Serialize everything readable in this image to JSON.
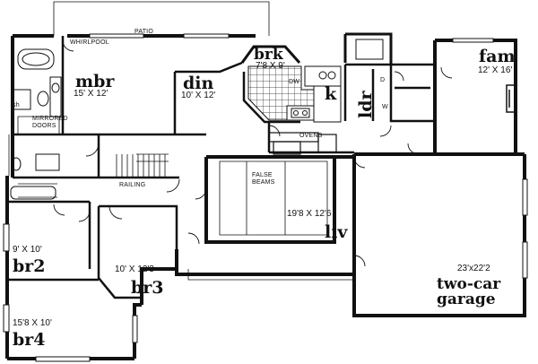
{
  "plan": {
    "patio": "PATIO",
    "whirlpool": "WHIRLPOOL",
    "mbr": {
      "name": "mbr",
      "dim": "15' X 12'"
    },
    "din": {
      "name": "din",
      "dim": "10' X 12'"
    },
    "brk": {
      "name": "brk",
      "dim": "7'8 X 9'"
    },
    "k": {
      "name": "k",
      "dw": "DW"
    },
    "ldr": {
      "name": "ldr",
      "d": "D",
      "w": "W"
    },
    "fam": {
      "name": "fam",
      "dim": "12' X 16'"
    },
    "sh": "sh",
    "mirrored_doors": [
      "MIRRORED",
      "DOORS"
    ],
    "ovens": "OVENS",
    "railing": "RAILING",
    "false_beams": [
      "FALSE",
      "BEAMS"
    ],
    "liv": {
      "name": "liv",
      "dim": "19'8 X 12'6"
    },
    "br2": {
      "name": "br2",
      "dim": "9' X 10'"
    },
    "br3": {
      "name": "br3",
      "dim": "10' X 12'3"
    },
    "br4": {
      "name": "br4",
      "dim": "15'8 X 10'"
    },
    "garage": {
      "dim": "23'x22'2",
      "line1": "two-car",
      "line2": "garage"
    }
  }
}
